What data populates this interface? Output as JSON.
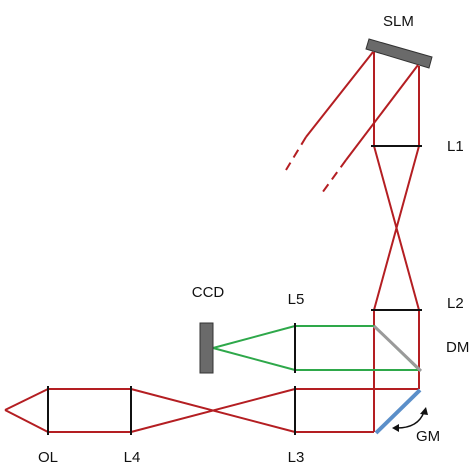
{
  "labels": {
    "slm": "SLM",
    "l1": "L1",
    "l2": "L2",
    "dm": "DM",
    "gm": "GM",
    "ccd": "CCD",
    "l5": "L5",
    "ol": "OL",
    "l4": "L4",
    "l3": "L3"
  },
  "colors": {
    "illumination_beam": "#b41e22",
    "detection_beam": "#2ea84a",
    "device_body": "#6a6a6a",
    "galvo_mirror": "#5b8fc9",
    "lens": "#111111"
  }
}
